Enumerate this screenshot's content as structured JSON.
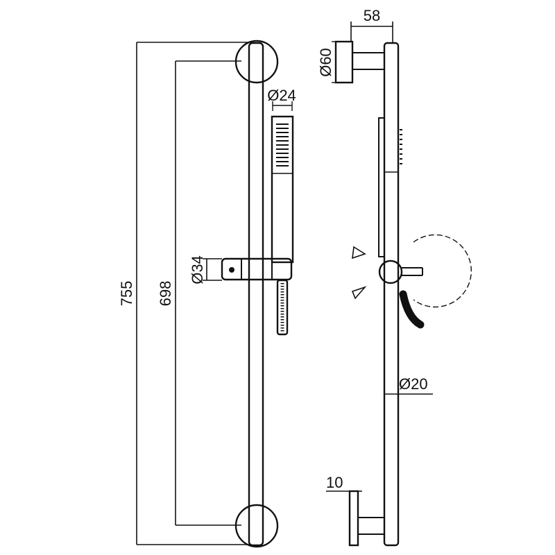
{
  "colors": {
    "line": "#111111",
    "background": "#ffffff"
  },
  "front_view": {
    "overall_height": "755",
    "rail_length": "698",
    "slider_diameter": "Ø34",
    "handshower_diameter": "Ø24"
  },
  "side_view": {
    "projection": "58",
    "flange_diameter": "Ø60",
    "rail_diameter": "Ø20",
    "flange_thickness": "10"
  }
}
